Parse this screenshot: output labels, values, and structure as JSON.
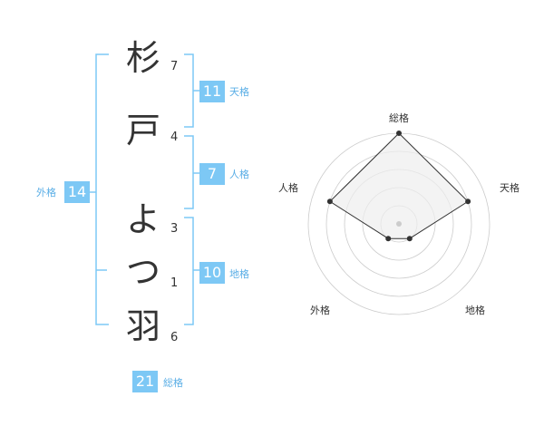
{
  "name": {
    "chars": [
      "杉",
      "戸",
      "よ",
      "つ",
      "羽"
    ],
    "strokes": [
      "7",
      "4",
      "3",
      "1",
      "6"
    ]
  },
  "kaku": {
    "ten": {
      "value": "11",
      "label": "天格"
    },
    "jin": {
      "value": "7",
      "label": "人格"
    },
    "chi": {
      "value": "10",
      "label": "地格"
    },
    "gai": {
      "value": "14",
      "label": "外格"
    },
    "sou": {
      "value": "21",
      "label": "総格"
    }
  },
  "radar": {
    "axes": [
      "総格",
      "天格",
      "地格",
      "外格",
      "人格"
    ],
    "levels": 5,
    "values": [
      5,
      4,
      1,
      1,
      4
    ],
    "colors": {
      "fill": "#eeeeee",
      "stroke": "#333333",
      "ring": "#cccccc",
      "center": "#cccccc"
    }
  },
  "colors": {
    "accent": "#7dc8f5",
    "label": "#5aaee6",
    "bracket": "#7dc8f5"
  }
}
